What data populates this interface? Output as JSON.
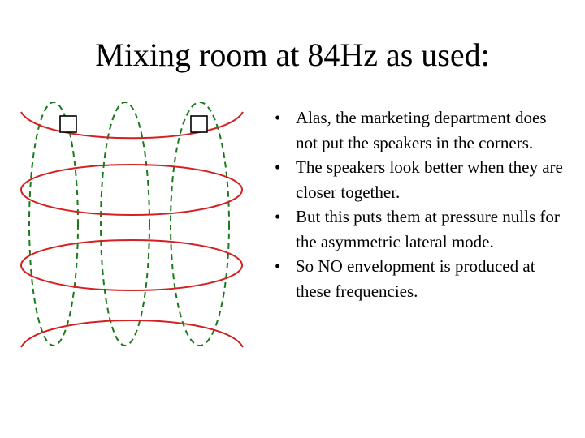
{
  "slide": {
    "title": "Mixing room at 84Hz as used:",
    "bullets": [
      "Alas, the marketing department does not put the speakers in the corners.",
      "The speakers look better when they are closer together.",
      "But this puts them at pressure nulls for the asymmetric lateral mode.",
      "So NO envelopment is produced at these frequencies."
    ]
  },
  "diagram": {
    "colors": {
      "horizontal_mode": "#d42020",
      "vertical_mode": "#1a7a1a",
      "speaker": "#000000"
    },
    "speaker_count": 2
  }
}
